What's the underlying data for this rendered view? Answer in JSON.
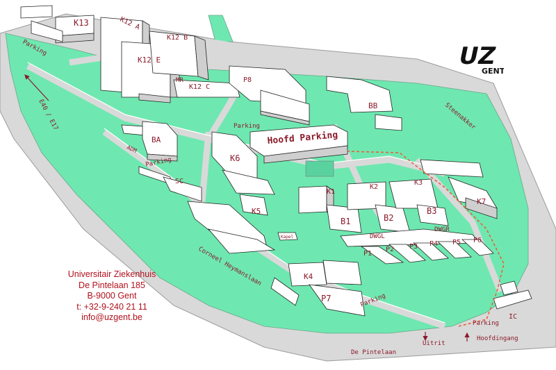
{
  "colors": {
    "grass": "#6ee8b0",
    "road": "#d9d9d9",
    "building_top": "#ffffff",
    "building_side": "#cfcfcf",
    "label": "#8b1a2a",
    "route": "#e8603a",
    "address": "#b0101c"
  },
  "logo": {
    "mark": "UZ",
    "sub": "GENT"
  },
  "buildings": {
    "k13": "K13",
    "k12a": "K12 A",
    "k12b": "K12 B",
    "k12e": "K12 E",
    "mr": "MR",
    "k12c": "K12 C",
    "p8": "P8",
    "bb": "BB",
    "ba": "BA",
    "adm": "ADM",
    "k6": "K6",
    "sc": "SC",
    "k5": "K5",
    "kapel": "Kapel",
    "k1": "K1",
    "k2": "K2",
    "k3": "K3",
    "b1": "B1",
    "b2": "B2",
    "b3": "B3",
    "k7": "K7",
    "dwgl": "DWGL",
    "dwgr": "DWGR",
    "p1": "P1",
    "p2": "P2",
    "p3": "P3",
    "p4": "P4",
    "p5": "P5",
    "p6": "P6",
    "k4": "K4",
    "p7": "P7",
    "ic": "IC"
  },
  "roads": {
    "parking_nw": "Parking",
    "e40": "E40 / E17",
    "steenakker": "Steenakker",
    "parking_mid": "Parking",
    "parking_adm": "Parking",
    "corneel": "Corneel Heymanslaan",
    "parking_south": "Parking",
    "parking_entrance": "Parking",
    "de_pintelaan": "De Pintelaan",
    "uitrit": "Uitrit",
    "hoofdingang": "Hoofdingang"
  },
  "hoofd_parking": "Hoofd Parking",
  "address": {
    "line1": "Universitair Ziekenhuis",
    "line2": "De Pintelaan 185",
    "line3": "B-9000 Gent",
    "line4": "t: +32-9-240 21 11",
    "line5": "info@uzgent.be"
  }
}
